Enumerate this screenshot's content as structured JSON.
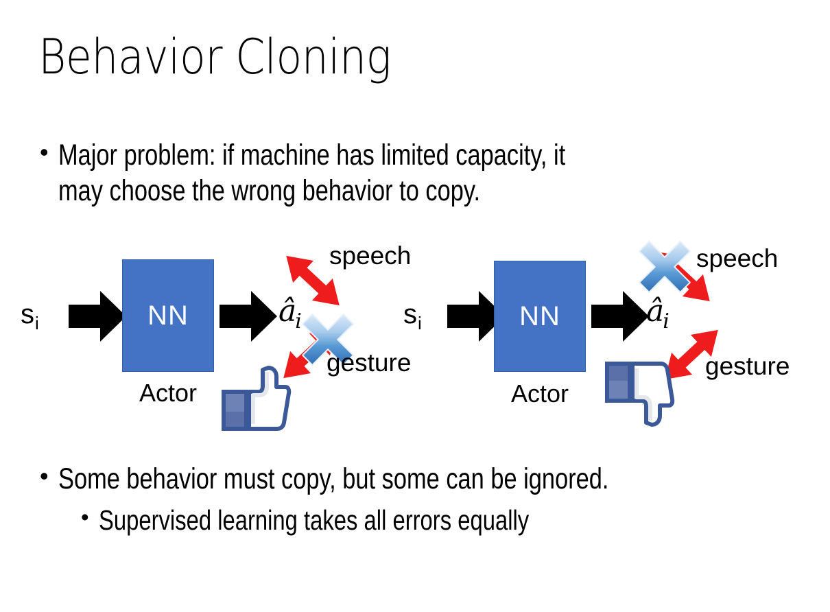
{
  "slide": {
    "title": "Behavior Cloning",
    "background_color": "#FFFFFF"
  },
  "bullets": {
    "marker": "•",
    "top": "Major problem: if machine has limited capacity, it\nmay choose the wrong behavior to copy.",
    "middle": "Some behavior must copy, but some can be ignored.",
    "sub": "Supervised learning takes all errors equally"
  },
  "colors": {
    "nn_fill": "#4472C4",
    "nn_border": "#3060A8",
    "nn_text": "#FFFFFF",
    "arrow_black": "#000000",
    "arrow_red": "#EE1C1C",
    "x_blue_light": "#CFE2F5",
    "x_blue_mid": "#6FA8DC",
    "x_blue_dark": "#2E6DB4",
    "thumb_outline": "#3B5998",
    "thumb_fill": "#FFFFFF",
    "thumb_cuff": "#5B6FA8",
    "thumb_shadow": "#E4E7EC",
    "text": "#000000"
  },
  "diagrams": [
    {
      "id": "left",
      "state_label": "s",
      "state_subscript": "i",
      "nn_label": "NN",
      "actor_label": "Actor",
      "action_label": "â",
      "action_subscript": "i",
      "outputs": [
        {
          "name": "speech",
          "label": "speech",
          "crossed_out": false
        },
        {
          "name": "gesture",
          "label": "gesture",
          "crossed_out": true
        }
      ],
      "verdict_icon": "thumbs-up-icon",
      "verdict": "approved"
    },
    {
      "id": "right",
      "state_label": "s",
      "state_subscript": "i",
      "nn_label": "NN",
      "actor_label": "Actor",
      "action_label": "â",
      "action_subscript": "i",
      "outputs": [
        {
          "name": "speech",
          "label": "speech",
          "crossed_out": true
        },
        {
          "name": "gesture",
          "label": "gesture",
          "crossed_out": false
        }
      ],
      "verdict_icon": "thumbs-down-icon",
      "verdict": "rejected"
    }
  ]
}
